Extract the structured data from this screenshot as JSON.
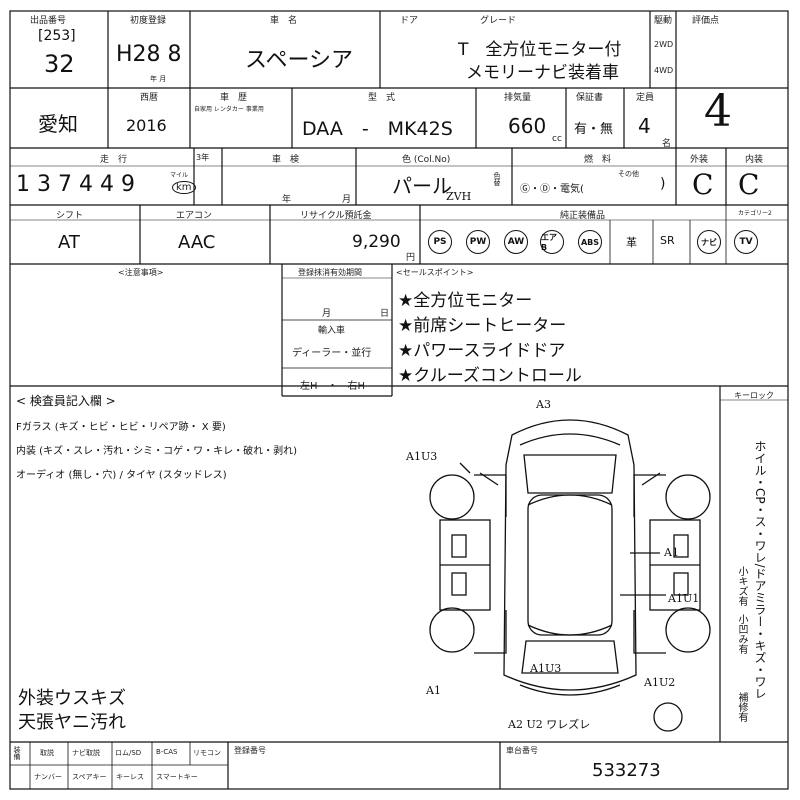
{
  "header": {
    "lot_label": "出品番号",
    "lot_code": "[253]",
    "lot_number": "32",
    "first_reg_label": "初度登録",
    "first_reg_value": "H28 8",
    "first_reg_unit": "年 月",
    "model_name_label": "車　名",
    "model_name": "スペーシア",
    "door_label": "ドア",
    "grade_label": "グレード",
    "grade_line1": "T　全方位モニター付",
    "grade_line2": "メモリーナビ装着車",
    "drive_label": "駆動",
    "drive_2wd": "2WD",
    "drive_4wd": "4WD",
    "score_label": "評価点",
    "score_value": "4"
  },
  "row2": {
    "region": "愛知",
    "year_label": "西暦",
    "year_value": "2016",
    "chassis_label": "車　歴",
    "chassis_sub": "自家用 レンタカー 事業用",
    "model_code_label": "型　式",
    "model_code": "DAA　-　MK42S",
    "displacement_label": "排気量",
    "displacement_value": "660",
    "displacement_unit": "cc",
    "warranty_label": "保証書",
    "warranty_value": "有・無",
    "capacity_label": "定員",
    "capacity_value": "4",
    "capacity_unit": "名"
  },
  "row3": {
    "mileage_label": "走　行",
    "mileage_value": "137449",
    "mileage_unit_mile": "マイル",
    "mileage_unit_km": "km",
    "sanbun_label": "3年",
    "inspection_label": "車　検",
    "inspection_year": "年",
    "inspection_month": "月",
    "color_label": "色 (Col.No)",
    "color_value": "パール",
    "color_code": "ZVH",
    "color_side": "色替",
    "fuel_label": "燃　料",
    "fuel_value": "Ⓖ・Ⓓ・電気(",
    "fuel_other": "その他",
    "fuel_close": ")",
    "exterior_label": "外装",
    "exterior_value": "C",
    "interior_label": "内装",
    "interior_value": "C"
  },
  "row4": {
    "shift_label": "シフト",
    "shift_value": "AT",
    "aircon_label": "エアコン",
    "aircon_value": "AAC",
    "recycle_label": "リサイクル預託金",
    "recycle_value": "9,290",
    "recycle_unit": "円",
    "equip_label": "純正装備品",
    "equip_items": [
      "PS",
      "PW",
      "AW",
      "エアB",
      "ABS"
    ],
    "equip_plain": [
      "革",
      "SR"
    ],
    "equip_circled_tail": [
      "ナビ",
      "TV"
    ],
    "equip_category_label": "カテゴリー2"
  },
  "notes": {
    "caution_label": "<注意事項>",
    "registration_label": "登録抹消有効期間",
    "registration_month": "月",
    "registration_day": "日",
    "import_label": "輸入車",
    "import_dealer": "ディーラー・並行",
    "steering": "左H　・　右H",
    "sales_label": "<セールスポイント>",
    "sales_points": [
      "★全方位モニター",
      "★前席シートヒーター",
      "★パワースライドドア",
      "★クルーズコントロール"
    ]
  },
  "inspection": {
    "title": "< 検査員記入欄 >",
    "glass_line": "Fガラス (キズ・ヒビ・ヒビ・リペア跡・ X 要)",
    "interior_line": "内装 (キズ・スレ・汚れ・シミ・コゲ・ワ・キレ・破れ・剥れ)",
    "audio_line": "オーディオ (無し・穴) / タイヤ (スタッドレス)",
    "hand_note1": "外装ウスキズ",
    "hand_note2": "天張ヤニ汚れ",
    "keyloc_label": "キーロック",
    "vertical_text": "ホイル・CP・ス・ワレ/ドアミラー・キズ・ワレ",
    "vertical_text2": "小キズ有",
    "vertical_text3": "小凹み有",
    "vertical_text4": "補修有"
  },
  "diagram_marks": {
    "a3_top": "A3",
    "a1u3_upper": "A1U3",
    "a1_right": "A1",
    "a1u1_right": "A1U1",
    "a1u3_lower": "A1U3",
    "a1_left": "A1",
    "a1u2_right": "A1U2",
    "bottom_note": "A2 U2 ワレズレ"
  },
  "footer": {
    "equip_labels_row1": [
      "装備",
      "取説",
      "ナビ取説",
      "ロム/SD",
      "B-CAS",
      "リモコン"
    ],
    "equip_labels_row2": [
      "ナンバー",
      "スペアキー",
      "キーレス",
      "スマートキー"
    ],
    "reg_number_label": "登録番号",
    "chassis_no_label": "車台番号",
    "chassis_no": "533273"
  }
}
